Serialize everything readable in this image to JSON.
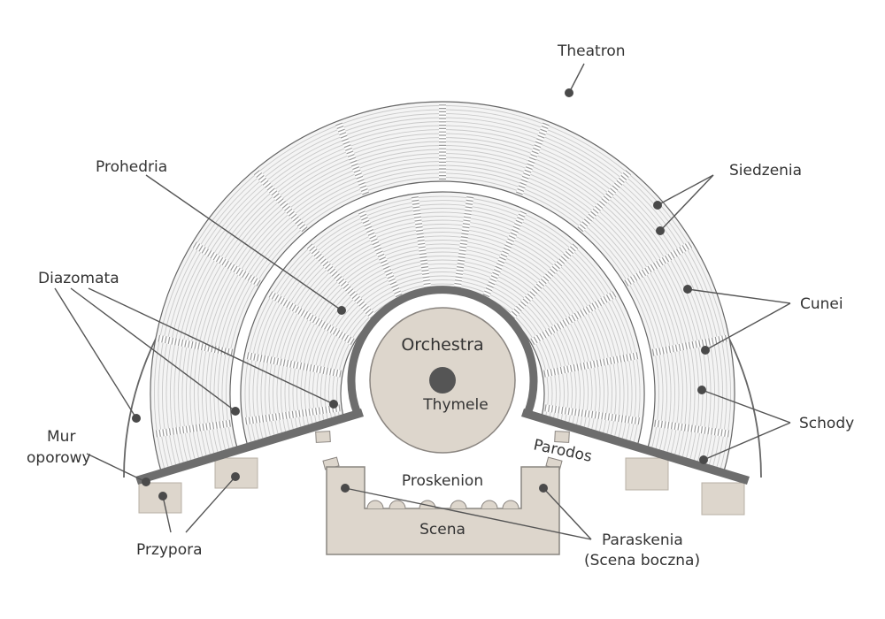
{
  "labels": {
    "theatron": "Theatron",
    "prohedria": "Prohedria",
    "siedzenia": "Siedzenia",
    "diazomata": "Diazomata",
    "cunei": "Cunei",
    "schody": "Schody",
    "mur_line1": "Mur",
    "mur_line2": "oporowy",
    "parodos": "Parodos",
    "orchestra": "Orchestra",
    "thymele": "Thymele",
    "proskenion": "Proskenion",
    "scena": "Scena",
    "przypora": "Przypora",
    "paraskenia_line1": "Paraskenia",
    "paraskenia_line2": "(Scena boczna)"
  },
  "colors": {
    "stone": "#ddd6cc",
    "stone_edge": "#8a8580",
    "wall": "#6d6d6d",
    "seat_line": "#c9c9c9",
    "stair": "#9a9a9a",
    "outline": "#666666"
  }
}
